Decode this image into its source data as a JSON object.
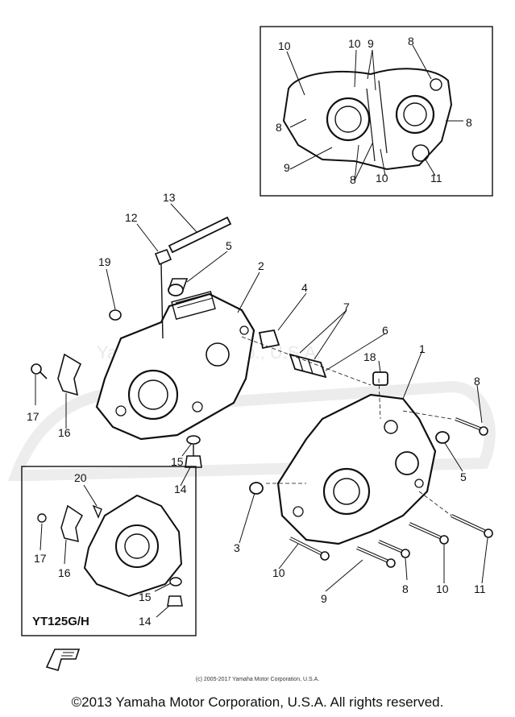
{
  "watermark": {
    "text": "Yamaha Motor Corp., U.S.A."
  },
  "top_inset_callouts": [
    "10",
    "10",
    "9",
    "8",
    "8",
    "8",
    "9",
    "8",
    "10",
    "11"
  ],
  "main_callouts": {
    "c1": "1",
    "c2": "2",
    "c3": "3",
    "c4": "4",
    "c5a": "5",
    "c5b": "5",
    "c6": "6",
    "c7": "7",
    "c8a": "8",
    "c8b": "8",
    "c9": "9",
    "c10a": "10",
    "c10b": "10",
    "c11": "11",
    "c12": "12",
    "c13": "13",
    "c14": "14",
    "c15": "15",
    "c16": "16",
    "c17": "17",
    "c18": "18",
    "c19": "19"
  },
  "yt_inset": {
    "model": "YT125G/H",
    "c20": "20",
    "c17": "17",
    "c16": "16",
    "c15": "15",
    "c14": "14"
  },
  "small_copyright": "(c) 2005-2017 Yamaha Motor Corporation, U.S.A.",
  "footer": "©2013 Yamaha Motor Corporation, U.S.A. All rights reserved."
}
